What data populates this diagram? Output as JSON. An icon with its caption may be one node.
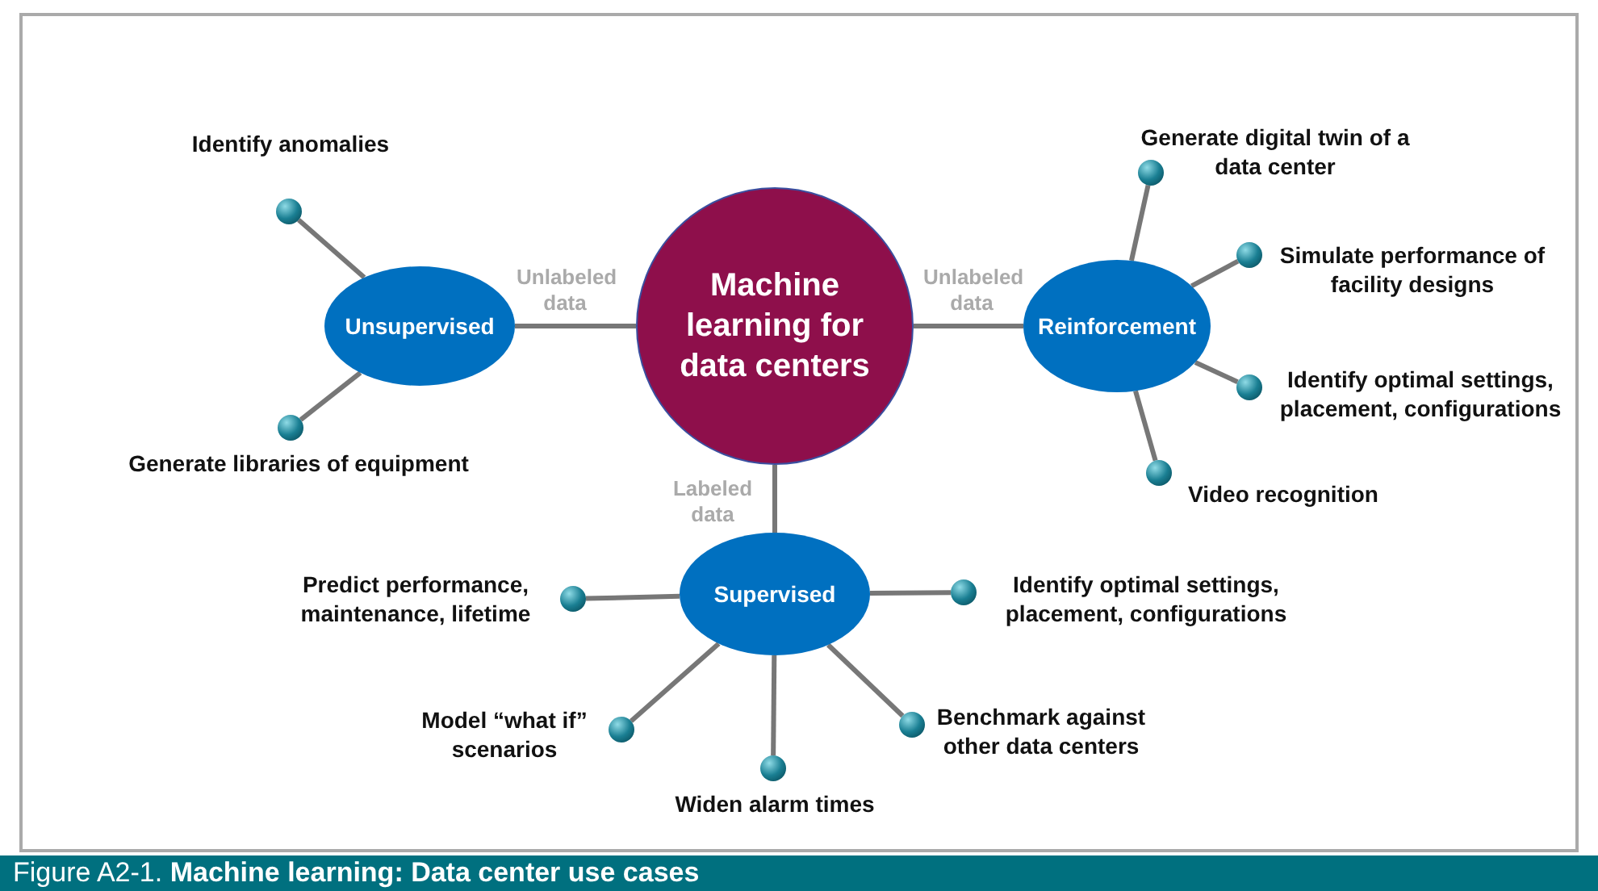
{
  "diagram": {
    "caption": "Figure A2-1. **Machine learning: Data center use cases**",
    "nodes": [
      {
        "text": [
          "Machine learning for data centers"
        ]
      },
      {
        "text": [
          "Unsupervised"
        ]
      },
      {
        "text": [
          "Reinforcement"
        ]
      },
      {
        "text": [
          "Supervised"
        ]
      },
      {
        "text": [],
        "shape": "circle",
        "beside": [
          "Identify anomalies"
        ]
      },
      {
        "text": [],
        "shape": "circle",
        "beside": [
          "Generate libraries of equipment"
        ]
      },
      {
        "text": [],
        "shape": "circle",
        "beside": [
          "Generate digital twin of a data center"
        ]
      },
      {
        "text": [],
        "shape": "circle",
        "beside": [
          "Simulate performance of facility designs"
        ]
      },
      {
        "text": [],
        "shape": "circle",
        "beside": [
          "Identify optimal settings, placement, configurations"
        ]
      },
      {
        "text": [],
        "shape": "circle",
        "beside": [
          "Video recognition"
        ]
      },
      {
        "text": [],
        "shape": "circle",
        "beside": [
          "Predict performance, maintenance, lifetime"
        ]
      },
      {
        "text": [],
        "shape": "circle",
        "beside": [
          "Identify optimal settings, placement, configurations"
        ]
      },
      {
        "text": [],
        "shape": "circle",
        "beside": [
          "Model “what if” scenarios"
        ]
      },
      {
        "text": [],
        "shape": "circle",
        "beside": [
          "Benchmark against other data centers"
        ]
      },
      {
        "text": [],
        "shape": "circle",
        "beside": [
          "Widen alarm times"
        ]
      }
    ],
    "edges": [
      {
        "from": 0,
        "to": 1,
        "arrow": "none",
        "label": "Unlabeled data"
      },
      {
        "from": 0,
        "to": 2,
        "arrow": "none",
        "label": "Unlabeled data"
      },
      {
        "from": 0,
        "to": 3,
        "arrow": "none",
        "label": "Labeled data"
      },
      {
        "from": 1,
        "to": 4,
        "arrow": "none"
      },
      {
        "from": 1,
        "to": 5,
        "arrow": "none"
      },
      {
        "from": 2,
        "to": 6,
        "arrow": "none"
      },
      {
        "from": 2,
        "to": 7,
        "arrow": "none"
      },
      {
        "from": 2,
        "to": 8,
        "arrow": "none"
      },
      {
        "from": 2,
        "to": 9,
        "arrow": "none"
      },
      {
        "from": 3,
        "to": 10,
        "arrow": "none"
      },
      {
        "from": 3,
        "to": 11,
        "arrow": "none"
      },
      {
        "from": 3,
        "to": 12,
        "arrow": "none"
      },
      {
        "from": 3,
        "to": 13,
        "arrow": "none"
      },
      {
        "from": 3,
        "to": 14,
        "arrow": "none"
      }
    ]
  }
}
